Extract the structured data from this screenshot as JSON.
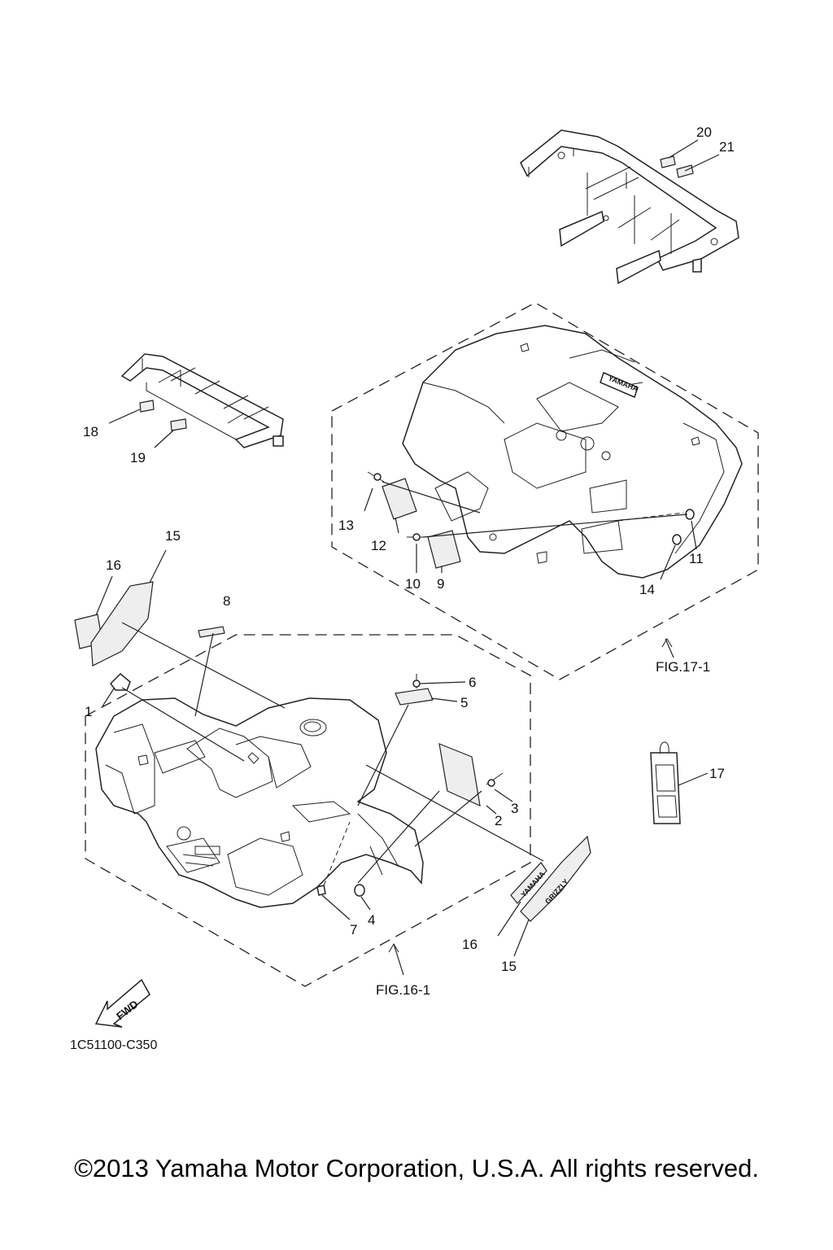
{
  "diagram": {
    "callouts": [
      "1",
      "2",
      "3",
      "4",
      "5",
      "6",
      "7",
      "8",
      "9",
      "10",
      "11",
      "12",
      "13",
      "14",
      "15",
      "16",
      "17",
      "18",
      "19",
      "20",
      "21"
    ],
    "callout_15b": "15",
    "callout_16b": "16",
    "fig_front": "FIG.16-1",
    "fig_rear": "FIG.17-1",
    "part_code": "1C51100-C350",
    "fwd_label": "FWD",
    "decal_yamaha": "YAMAHA",
    "decal_grizzly": "GRIZZLY"
  },
  "footer": {
    "copyright": "©2013 Yamaha Motor Corporation, U.S.A. All rights reserved."
  }
}
